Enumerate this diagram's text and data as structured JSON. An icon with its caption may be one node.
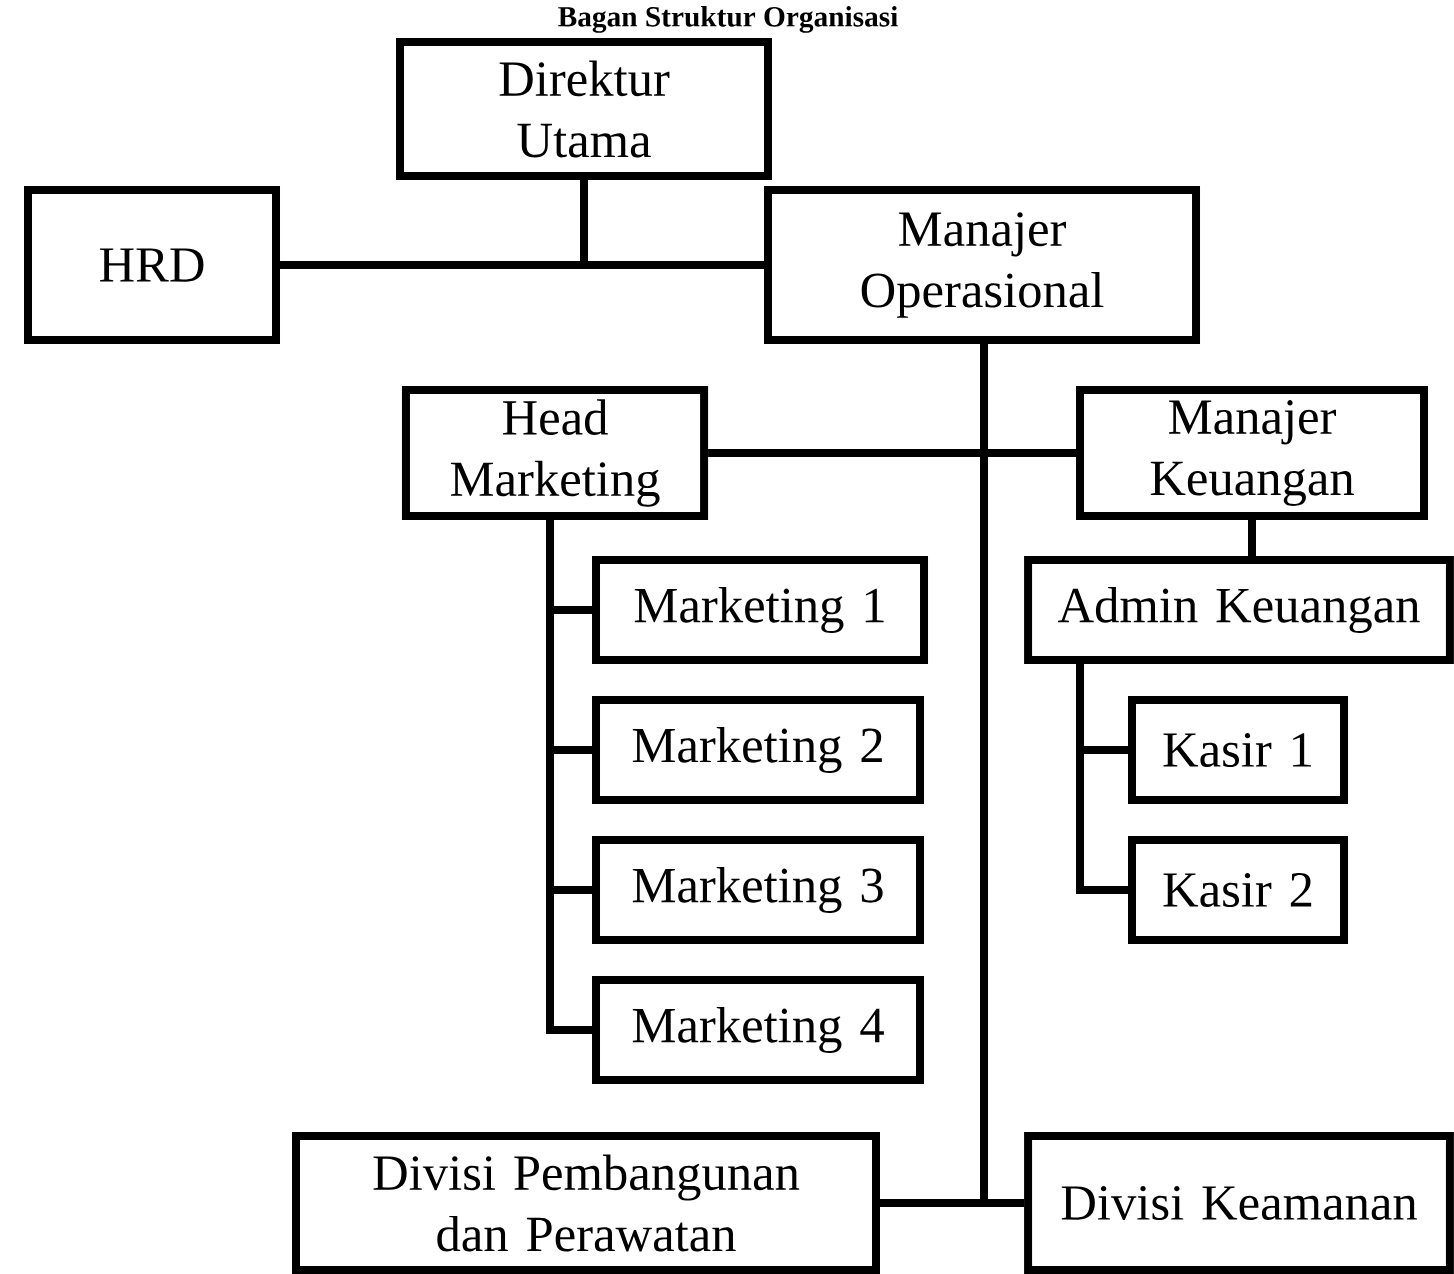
{
  "diagram": {
    "title": "Bagan Struktur Organisasi",
    "nodes": [
      {
        "text": [
          "Direktur Utama"
        ]
      },
      {
        "text": [
          "HRD"
        ]
      },
      {
        "text": [
          "Manajer Operasional"
        ]
      },
      {
        "text": [
          "Head Marketing"
        ]
      },
      {
        "text": [
          "Manajer Keuangan"
        ]
      },
      {
        "text": [
          "Marketing 1"
        ]
      },
      {
        "text": [
          "Marketing 2"
        ]
      },
      {
        "text": [
          "Marketing 3"
        ]
      },
      {
        "text": [
          "Marketing 4"
        ]
      },
      {
        "text": [
          "Admin Keuangan"
        ]
      },
      {
        "text": [
          "Kasir 1"
        ]
      },
      {
        "text": [
          "Kasir 2"
        ]
      },
      {
        "text": [
          "Divisi Pembangunan dan Perawatan"
        ]
      },
      {
        "text": [
          "Divisi Keamanan"
        ]
      }
    ],
    "edges": [
      {
        "from": 0,
        "to": 1,
        "arrow": "none"
      },
      {
        "from": 0,
        "to": 2,
        "arrow": "none"
      },
      {
        "from": 2,
        "to": 3,
        "arrow": "none"
      },
      {
        "from": 2,
        "to": 4,
        "arrow": "none"
      },
      {
        "from": 3,
        "to": 5,
        "arrow": "none"
      },
      {
        "from": 3,
        "to": 6,
        "arrow": "none"
      },
      {
        "from": 3,
        "to": 7,
        "arrow": "none"
      },
      {
        "from": 3,
        "to": 8,
        "arrow": "none"
      },
      {
        "from": 4,
        "to": 9,
        "arrow": "none"
      },
      {
        "from": 9,
        "to": 10,
        "arrow": "none"
      },
      {
        "from": 9,
        "to": 11,
        "arrow": "none"
      },
      {
        "from": 2,
        "to": 12,
        "arrow": "none"
      },
      {
        "from": 2,
        "to": 13,
        "arrow": "none"
      }
    ]
  }
}
